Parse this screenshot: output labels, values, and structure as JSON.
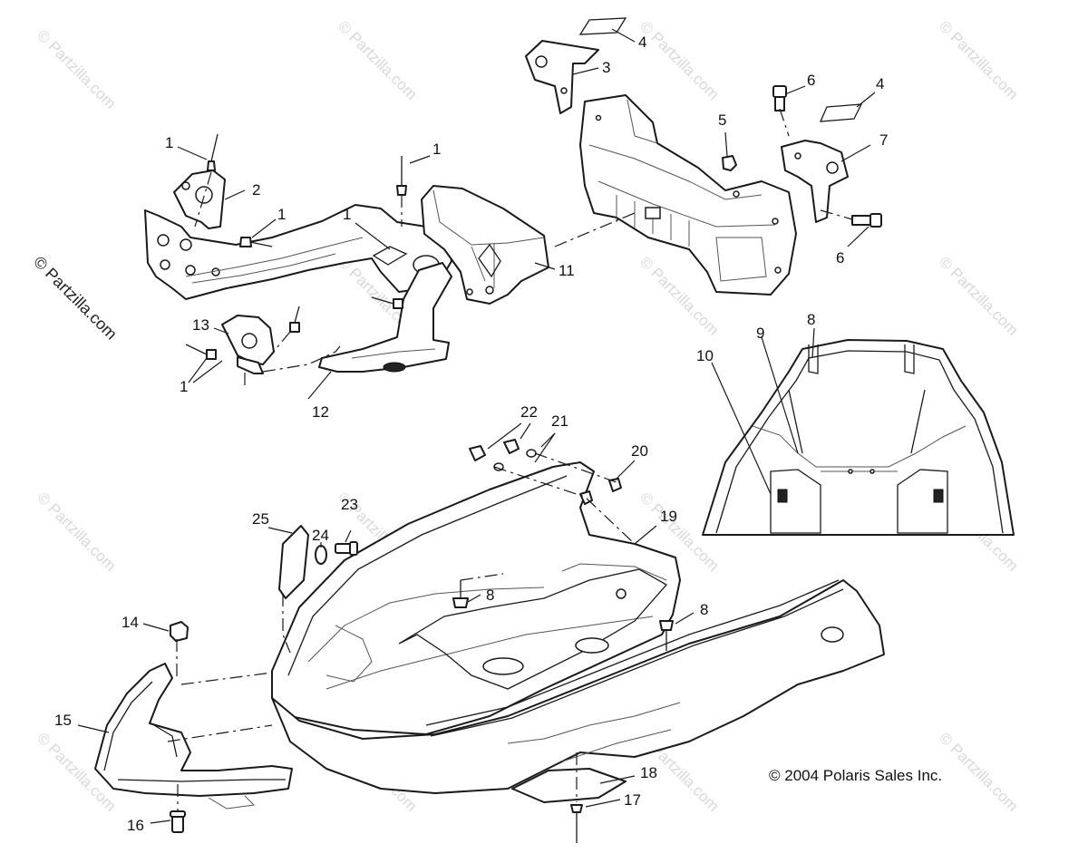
{
  "watermark": "© Partzilla.com",
  "copyright": "© 2004 Polaris Sales Inc.",
  "callouts": {
    "c1a": "1",
    "c1b": "1",
    "c1c": "1",
    "c1d": "1",
    "c1e": "1",
    "c2": "2",
    "c3": "3",
    "c4a": "4",
    "c4b": "4",
    "c5": "5",
    "c6a": "6",
    "c6b": "6",
    "c7": "7",
    "c8a": "8",
    "c8b": "8",
    "c8c": "8",
    "c9": "9",
    "c10": "10",
    "c11": "11",
    "c12": "12",
    "c13": "13",
    "c14": "14",
    "c15": "15",
    "c16": "16",
    "c17": "17",
    "c18": "18",
    "c19": "19",
    "c20": "20",
    "c21": "21",
    "c22": "22",
    "c23": "23",
    "c24": "24",
    "c25": "25"
  }
}
